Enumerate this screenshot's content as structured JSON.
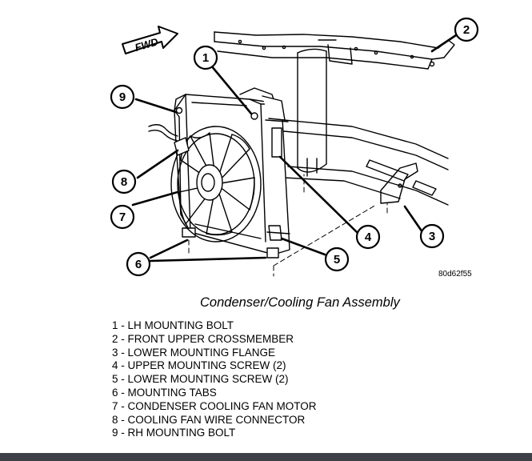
{
  "diagram": {
    "fwd_label": "FWD",
    "reference_code": "80d62f55",
    "callouts": [
      "1",
      "2",
      "3",
      "4",
      "5",
      "6",
      "7",
      "8",
      "9"
    ]
  },
  "caption": "Condenser/Cooling Fan Assembly",
  "legend": [
    "1 - LH MOUNTING BOLT",
    "2 - FRONT UPPER CROSSMEMBER",
    "3 - LOWER MOUNTING FLANGE",
    "4 - UPPER MOUNTING SCREW (2)",
    "5 - LOWER MOUNTING SCREW (2)",
    "6 - MOUNTING TABS",
    "7 - CONDENSER COOLING FAN MOTOR",
    "8 - COOLING FAN WIRE CONNECTOR",
    "9 - RH MOUNTING BOLT"
  ],
  "colors": {
    "bottom_bar": "#3d4147"
  }
}
